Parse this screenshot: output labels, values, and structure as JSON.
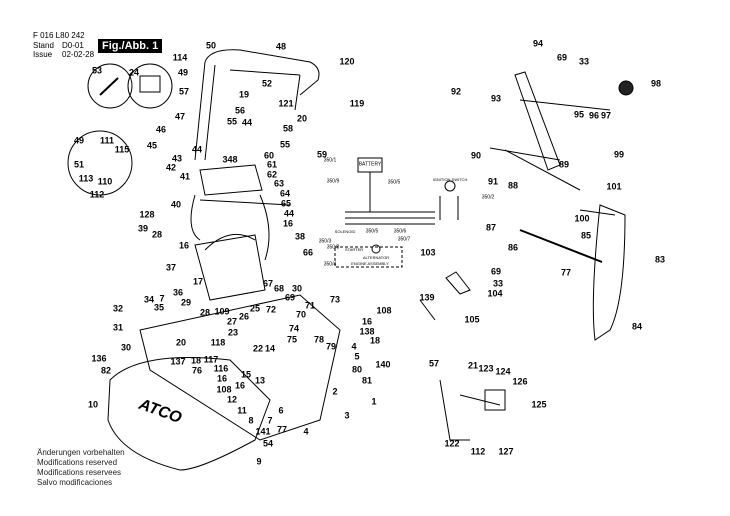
{
  "header": {
    "part_number": "F 016 L80 242",
    "stand_label": "Stand",
    "stand_value": "D0-01",
    "issue_label": "Issue",
    "issue_value": "02-02-28",
    "figure_label": "Fig./Abb. 1"
  },
  "notes": [
    "Änderungen vorbehalten",
    "Modifications reserved",
    "Modifications reservees",
    "Salvo modificaciones"
  ],
  "brand_logo": "ATCO",
  "wiring": {
    "battery": "BATTERY",
    "solenoid": "SOLENOID",
    "starter": "STARTER",
    "alternator": "ALTERNATOR",
    "engine_assembly": "ENGINE ASSEMBLY",
    "ignition_switch": "IGNITION SWITCH",
    "refs": [
      "350/1",
      "350/9",
      "350/5",
      "350/2",
      "350/3",
      "350/5",
      "350/8",
      "350/7",
      "350/6",
      "350/4"
    ]
  },
  "part_labels": [
    "50",
    "48",
    "114",
    "120",
    "53",
    "24",
    "49",
    "52",
    "57",
    "19",
    "92",
    "94",
    "69",
    "33",
    "98",
    "93",
    "121",
    "119",
    "56",
    "47",
    "55",
    "44",
    "20",
    "58",
    "95",
    "96",
    "97",
    "46",
    "55",
    "45",
    "44",
    "49",
    "111",
    "115",
    "51",
    "113",
    "110",
    "112",
    "43",
    "348",
    "60",
    "59",
    "90",
    "99",
    "89",
    "42",
    "61",
    "41",
    "62",
    "91",
    "88",
    "101",
    "63",
    "64",
    "65",
    "40",
    "44",
    "128",
    "100",
    "16",
    "39",
    "28",
    "38",
    "87",
    "85",
    "16",
    "66",
    "86",
    "83",
    "37",
    "77",
    "69",
    "103",
    "33",
    "104",
    "17",
    "36",
    "67",
    "68",
    "30",
    "69",
    "34",
    "7",
    "35",
    "29",
    "71",
    "73",
    "70",
    "139",
    "32",
    "28",
    "109",
    "27",
    "25",
    "26",
    "72",
    "108",
    "105",
    "84",
    "31",
    "23",
    "74",
    "75",
    "16",
    "138",
    "18",
    "20",
    "118",
    "30",
    "22",
    "14",
    "78",
    "79",
    "4",
    "5",
    "140",
    "136",
    "137",
    "76",
    "117",
    "18",
    "116",
    "16",
    "108",
    "15",
    "16",
    "13",
    "80",
    "82",
    "57",
    "21",
    "123",
    "124",
    "126",
    "81",
    "11",
    "12",
    "10",
    "6",
    "2",
    "8",
    "1",
    "3",
    "125",
    "4",
    "7",
    "77",
    "141",
    "54",
    "9",
    "122",
    "112",
    "127"
  ]
}
